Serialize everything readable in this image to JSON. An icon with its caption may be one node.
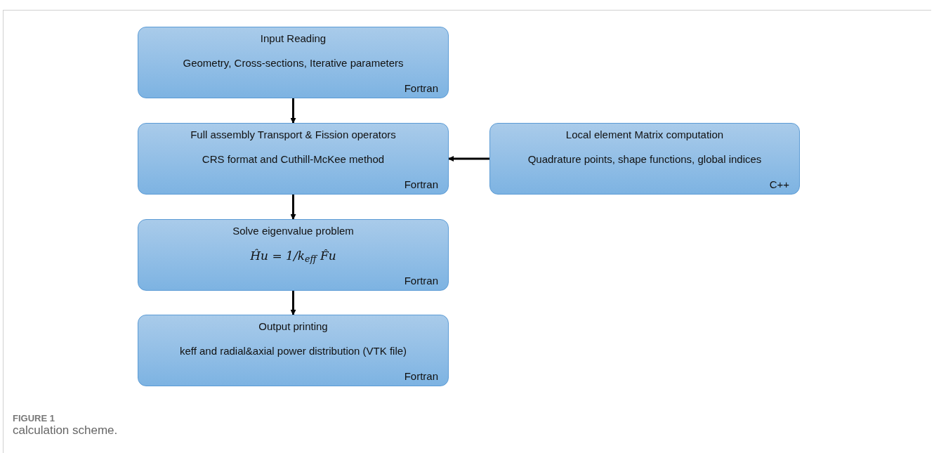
{
  "diagram": {
    "title": "FIGURE 1",
    "caption": "calculation scheme.",
    "nodes": [
      {
        "text": [
          "Input Reading",
          "Geometry, Cross-sections, Iterative parameters",
          "Fortran"
        ]
      },
      {
        "text": [
          "Full assembly Transport & Fission operators",
          "CRS format and Cuthill-McKee method",
          "Fortran"
        ]
      },
      {
        "text": [
          "Local element Matrix computation",
          "Quadrature points, shape functions, global indices",
          "C++"
        ]
      },
      {
        "text": [
          "Solve eigenvalue problem",
          "Ĥu = 1/k$_{eff}$ F̂u",
          "Fortran"
        ]
      },
      {
        "text": [
          "Output printing",
          "keff and radial&axial power distribution (VTK file)",
          "Fortran"
        ]
      }
    ],
    "edges": [
      {
        "from": 0,
        "to": 1,
        "arrow": "to"
      },
      {
        "from": 2,
        "to": 1,
        "arrow": "to"
      },
      {
        "from": 1,
        "to": 3,
        "arrow": "to"
      },
      {
        "from": 3,
        "to": 4,
        "arrow": "to"
      }
    ]
  }
}
